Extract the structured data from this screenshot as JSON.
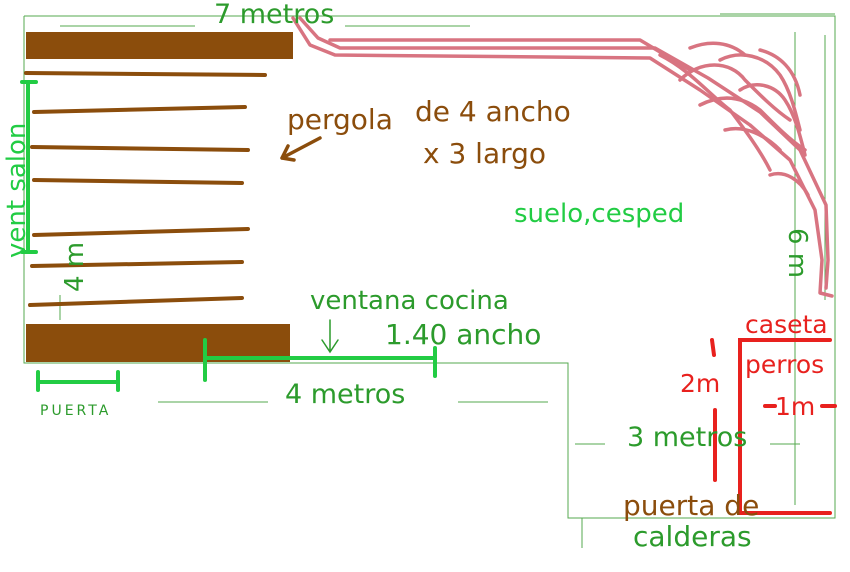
{
  "colors": {
    "outline": "#55a84f",
    "measure_green": "#2c9b2c",
    "bright_green": "#22cc44",
    "pergola_brown": "#8b4d0c",
    "red": "#e8211e",
    "pink": "#d87481"
  },
  "labels": {
    "top_width": "7 metros",
    "pergola": "pergola",
    "pergola_size_line1": "de 4 ancho",
    "pergola_size_line2": "x 3 largo",
    "ground": "suelo,cesped",
    "right_side": "6 m",
    "window_living": "vent salon",
    "left_side": "4 m",
    "kitchen_window": "ventana cocina",
    "kitchen_window_width": "1.40 ancho",
    "door": "PUERTA",
    "bottom_width": "4 metros",
    "dog_house_line1": "caseta",
    "dog_house_line2": "perros",
    "dog_house_width": "1m",
    "dog_house_height": "2m",
    "lower_width": "3 metros",
    "boiler_door_line1": "puerta de",
    "boiler_door_line2": "calderas"
  }
}
